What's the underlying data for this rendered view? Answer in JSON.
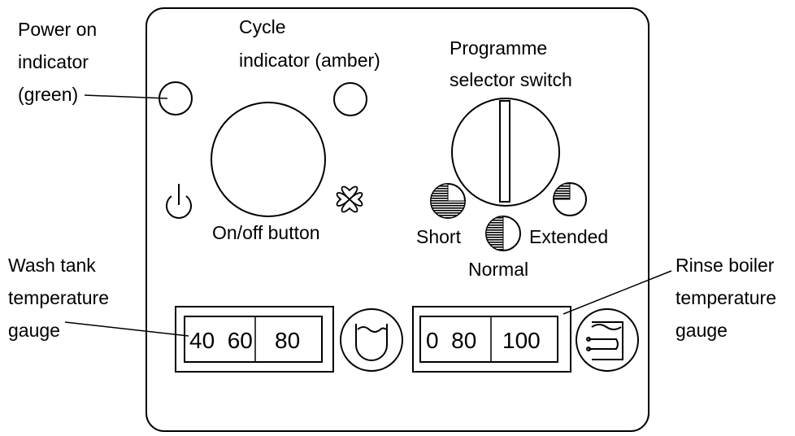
{
  "labels": {
    "power_on_line1": "Power on",
    "power_on_line2": "indicator",
    "power_on_line3": "(green)",
    "cycle_line1": "Cycle",
    "cycle_line2": "indicator (amber)",
    "programme_line1": "Programme",
    "programme_line2": "selector switch",
    "on_off": "On/off button",
    "short": "Short",
    "normal": "Normal",
    "extended": "Extended",
    "wash_line1": "Wash tank",
    "wash_line2": "temperature",
    "wash_line3": "gauge",
    "rinse_line1": "Rinse boiler",
    "rinse_line2": "temperature",
    "rinse_line3": "gauge"
  },
  "wash_gauge": {
    "scale_left": "40  60",
    "scale_right": "80"
  },
  "rinse_gauge": {
    "scale_left": "0  80",
    "scale_right": "100"
  },
  "icons": [
    "power-symbol-icon",
    "fan-icon",
    "wash-tank-icon",
    "rinse-boiler-icon"
  ]
}
